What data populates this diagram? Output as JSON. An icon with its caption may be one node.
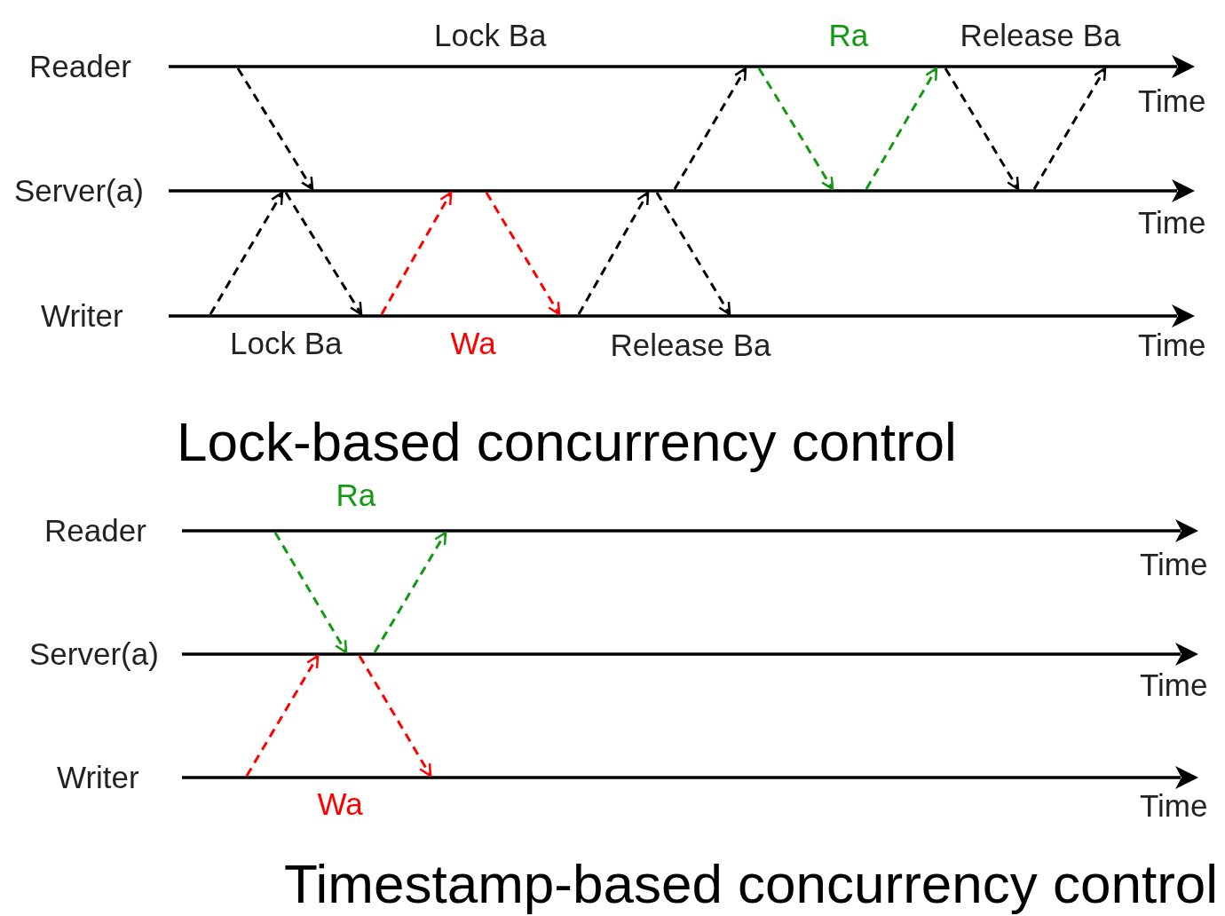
{
  "diagram": {
    "nodes": [
      {
        "text": [
          "Reader"
        ],
        "beside": [
          "Time"
        ]
      },
      {
        "text": [
          "Server(a)"
        ],
        "beside": [
          "Time"
        ]
      },
      {
        "text": [
          "Writer"
        ],
        "beside": [
          "Time"
        ]
      },
      {
        "text": [
          "Reader"
        ],
        "beside": [
          "Time"
        ]
      },
      {
        "text": [
          "Server(a)"
        ],
        "beside": [
          "Time"
        ]
      },
      {
        "text": [
          "Writer"
        ],
        "beside": [
          "Time"
        ]
      }
    ],
    "edges": [
      {
        "from": 0,
        "to": 1,
        "arrow": "to"
      },
      {
        "from": 2,
        "to": 1,
        "arrow": "to"
      },
      {
        "from": 1,
        "to": 2,
        "arrow": "to"
      },
      {
        "from": 2,
        "to": 1,
        "arrow": "to",
        "color": "#ff0000"
      },
      {
        "from": 1,
        "to": 2,
        "arrow": "to",
        "color": "#ff0000"
      },
      {
        "from": 2,
        "to": 1,
        "arrow": "to"
      },
      {
        "from": 1,
        "to": 2,
        "arrow": "to"
      },
      {
        "from": 1,
        "to": 0,
        "arrow": "to"
      },
      {
        "from": 0,
        "to": 1,
        "arrow": "to",
        "color": "#119911"
      },
      {
        "from": 1,
        "to": 0,
        "arrow": "to",
        "color": "#119911"
      },
      {
        "from": 0,
        "to": 1,
        "arrow": "to"
      },
      {
        "from": 1,
        "to": 0,
        "arrow": "to"
      },
      {
        "from": 3,
        "to": 4,
        "arrow": "to",
        "color": "#119911"
      },
      {
        "from": 5,
        "to": 4,
        "arrow": "to",
        "color": "#ff0000"
      },
      {
        "from": 4,
        "to": 3,
        "arrow": "to",
        "color": "#119911"
      },
      {
        "from": 4,
        "to": 5,
        "arrow": "to",
        "color": "#ff0000"
      }
    ],
    "labels": [
      "Lock Ba",
      "Ra",
      "Release Ba",
      "Lock Ba",
      "Wa",
      "Release Ba",
      "Lock-based concurrency control",
      "Ra",
      "Wa",
      "Timestamp-based concurrency control"
    ]
  }
}
